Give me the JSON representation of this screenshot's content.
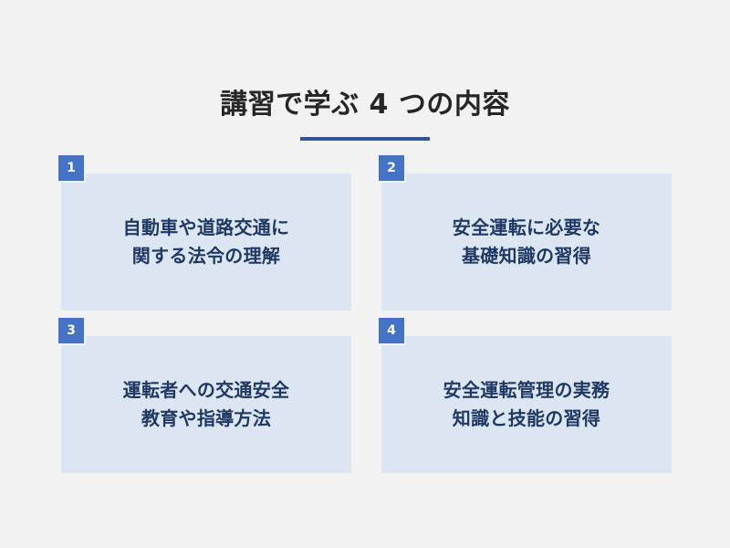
{
  "slide": {
    "background_color": "#f2f2f2",
    "title": "講習で学ぶ 4 つの内容",
    "title_color": "#262626",
    "rule_color": "#2f5597"
  },
  "theme": {
    "card_background": "#dce6f2",
    "badge_background": "#4472c4",
    "badge_text_color": "#ffffff",
    "card_text_color": "#1f3864"
  },
  "cards": [
    {
      "number": "1",
      "line1": "自動車や道路交通に",
      "line2": "関する法令の理解"
    },
    {
      "number": "2",
      "line1": "安全運転に必要な",
      "line2": "基礎知識の習得"
    },
    {
      "number": "3",
      "line1": "運転者への交通安全",
      "line2": "教育や指導方法"
    },
    {
      "number": "4",
      "line1": "安全運転管理の実務",
      "line2": "知識と技能の習得"
    }
  ]
}
